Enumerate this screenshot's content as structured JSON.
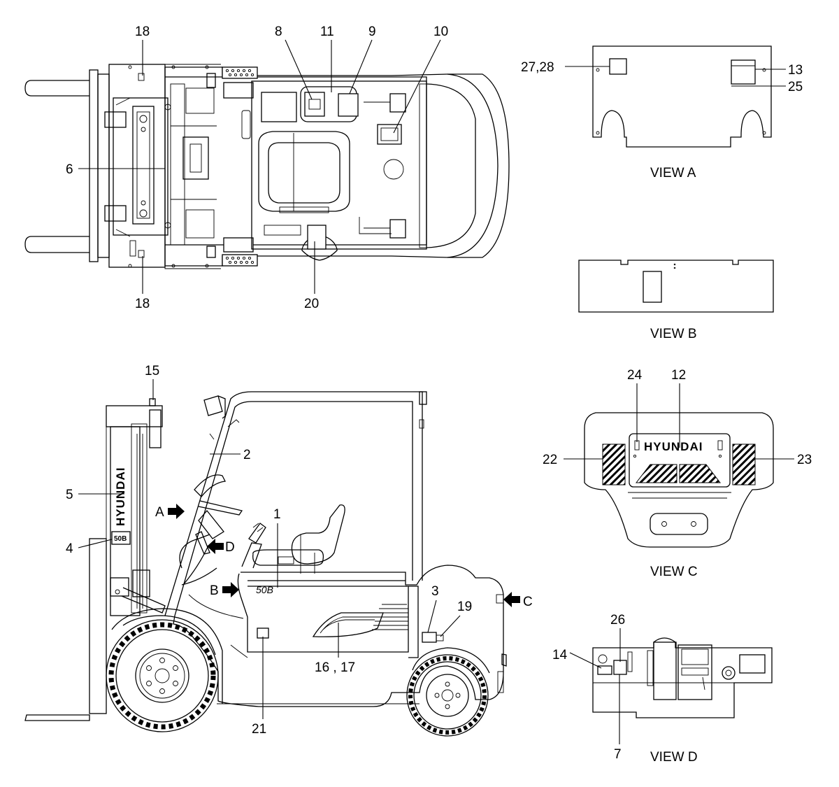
{
  "brand_text": "HYUNDAI",
  "mast_badge": "50B",
  "body_model": "50B",
  "view_titles": {
    "a": "VIEW A",
    "b": "VIEW B",
    "c": "VIEW C",
    "d": "VIEW D"
  },
  "arrow_labels": {
    "a": "A",
    "b": "B",
    "c": "C",
    "d": "D"
  },
  "callouts": {
    "c1": "1",
    "c2": "2",
    "c3": "3",
    "c4": "4",
    "c5": "5",
    "c6": "6",
    "c7": "7",
    "c8": "8",
    "c9": "9",
    "c10": "10",
    "c11": "11",
    "c12": "12",
    "c13": "13",
    "c14": "14",
    "c15": "15",
    "c16_17": "16 , 17",
    "c18_top": "18",
    "c18_bottom": "18",
    "c19": "19",
    "c20": "20",
    "c21": "21",
    "c22": "22",
    "c23": "23",
    "c24": "24",
    "c25": "25",
    "c26": "26",
    "c27_28": "27,28"
  }
}
